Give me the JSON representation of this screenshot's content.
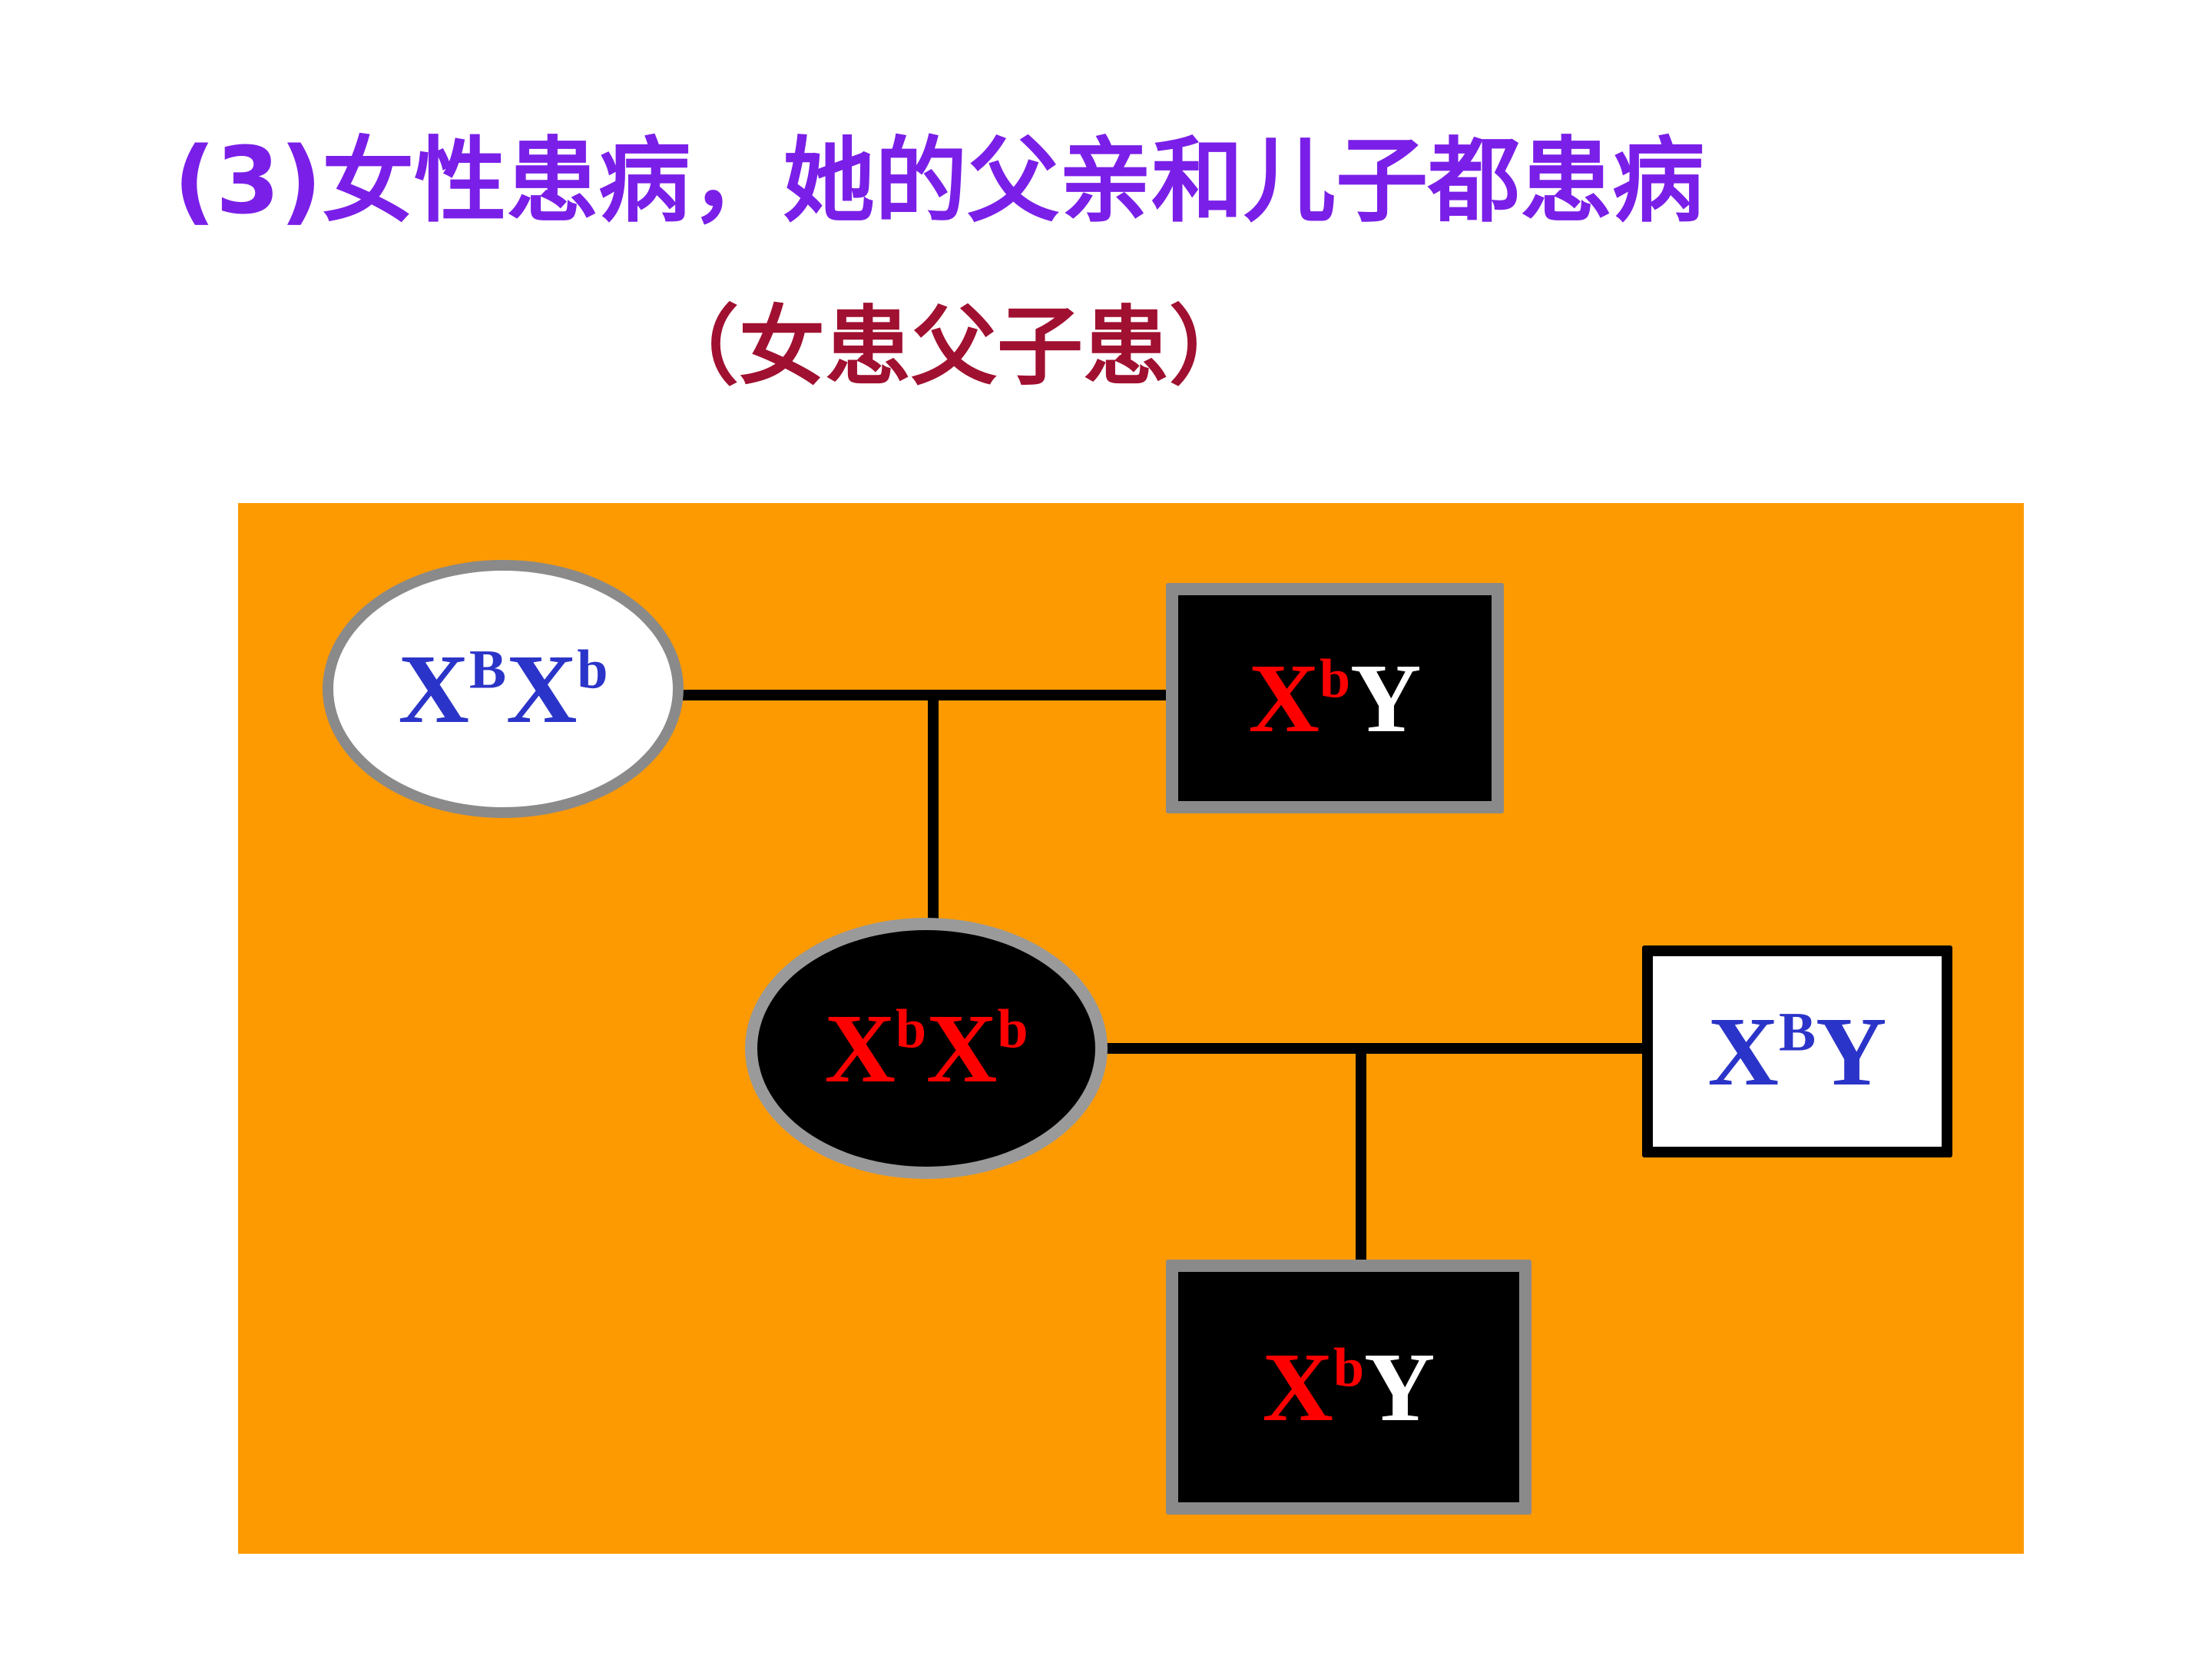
{
  "slide": {
    "title": "(3)女性患病，她的父亲和儿子都患病",
    "subtitle": "（女患父子患）"
  },
  "pedigree": {
    "colors": {
      "panel": "#fd9a02",
      "affected_fill": "#000000",
      "unaffected_fill": "#ffffff",
      "normal_allele_text": "#2b34c8",
      "recessive_allele_text": "#ff0000",
      "y_on_dark": "#ffffff",
      "title": "#7a1fe8",
      "subtitle": "#a01030"
    },
    "individuals": [
      {
        "id": "grandmother",
        "sex": "female",
        "affected": false,
        "genotype": [
          {
            "base": "X",
            "sup": "B",
            "color": "#2b34c8"
          },
          {
            "base": "X",
            "sup": "b",
            "color": "#2b34c8"
          }
        ]
      },
      {
        "id": "father",
        "sex": "male",
        "affected": true,
        "genotype": [
          {
            "base": "X",
            "sup": "b",
            "color": "#ff0000"
          },
          {
            "base": "Y",
            "sup": "",
            "color": "#ffffff"
          }
        ]
      },
      {
        "id": "proband",
        "sex": "female",
        "affected": true,
        "genotype": [
          {
            "base": "X",
            "sup": "b",
            "color": "#ff0000"
          },
          {
            "base": "X",
            "sup": "b",
            "color": "#ff0000"
          }
        ]
      },
      {
        "id": "husband",
        "sex": "male",
        "affected": false,
        "genotype": [
          {
            "base": "X",
            "sup": "B",
            "color": "#2b34c8"
          },
          {
            "base": "Y",
            "sup": "",
            "color": "#2b34c8"
          }
        ]
      },
      {
        "id": "son",
        "sex": "male",
        "affected": true,
        "genotype": [
          {
            "base": "X",
            "sup": "b",
            "color": "#ff0000"
          },
          {
            "base": "Y",
            "sup": "",
            "color": "#ffffff"
          }
        ]
      }
    ],
    "matings": [
      {
        "partners": [
          "grandmother",
          "father"
        ],
        "children": [
          "proband"
        ]
      },
      {
        "partners": [
          "proband",
          "husband"
        ],
        "children": [
          "son"
        ]
      }
    ]
  }
}
